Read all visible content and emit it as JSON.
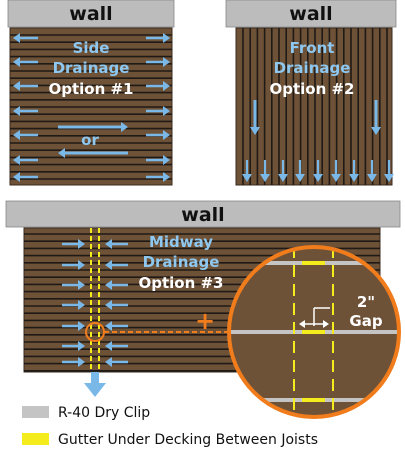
{
  "panel1": {
    "wall": "wall",
    "title_line1": "Side",
    "title_line2": "Drainage",
    "option": "Option #1",
    "or": "or"
  },
  "panel2": {
    "wall": "wall",
    "title_line1": "Front",
    "title_line2": "Drainage",
    "option": "Option #2"
  },
  "panel3": {
    "wall": "wall",
    "title_line1": "Midway",
    "title_line2": "Drainage",
    "option": "Option #3",
    "plus": "+",
    "gap_size": "2\"",
    "gap_word": "Gap"
  },
  "legend": {
    "dry_clip": "R-40 Dry Clip",
    "gutter": "Gutter Under Decking Between Joists"
  },
  "colors": {
    "deck": "#6e5238",
    "board_line": "#1f1a16",
    "wall": "#bcbcbc",
    "arrow_blue": "#7ab8e8",
    "title_blue": "#8ec8f0",
    "orange": "#f07c1c",
    "gutter_yellow": "#f4ec1c",
    "clip_gray": "#c4c4c4"
  }
}
